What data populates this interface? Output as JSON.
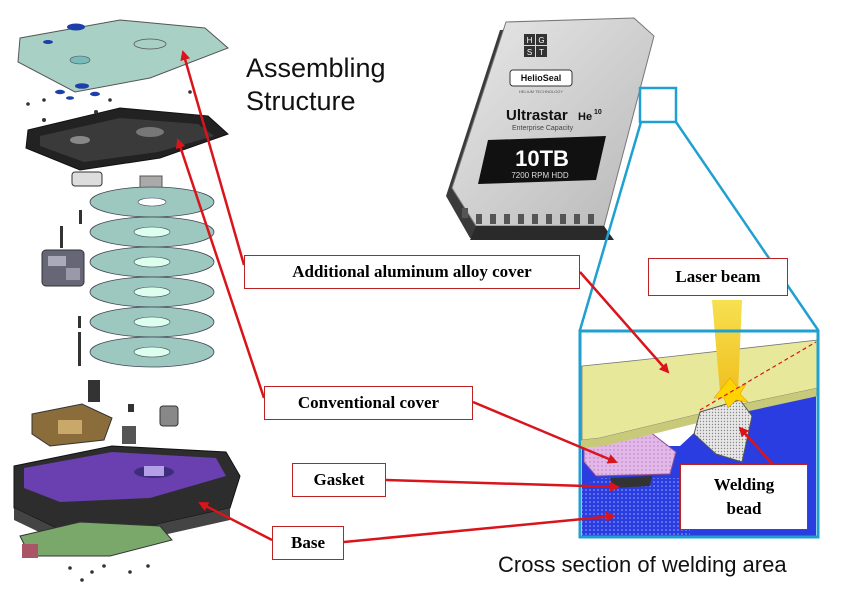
{
  "titles": {
    "assembling_line1": "Assembling",
    "assembling_line2": "Structure",
    "cross_section": "Cross section of welding area"
  },
  "labels": {
    "aluminum_cover": "Additional aluminum alloy cover",
    "conventional_cover": "Conventional cover",
    "gasket": "Gasket",
    "base": "Base",
    "laser_beam": "Laser beam",
    "welding_line1": "Welding",
    "welding_line2": "bead"
  },
  "drive": {
    "logo_letters": [
      "H",
      "G",
      "S",
      "T"
    ],
    "badge": "HelioSeal",
    "badge_sub": "HELIUM TECHNOLOGY",
    "model": "Ultrastar",
    "model_suffix": "He",
    "model_superscript": "10",
    "subtitle": "Enterprise Capacity",
    "capacity": "10TB",
    "rpm": "7200 RPM HDD"
  },
  "colors": {
    "arrow_red": "#d9141b",
    "callout_blue": "#1fa0d0",
    "label_border": "#b22222",
    "cover_green": "#a8d0c4",
    "disk_teal": "#9cc8c0",
    "base_purple": "#6a3fb0",
    "laser_yellow": "#f7e050",
    "aluminum_yellow": "#e8e89a",
    "gasket_pink": "#e3b8e8",
    "base_blue": "#2a3de0",
    "weld_grey": "#cfcfcf"
  }
}
